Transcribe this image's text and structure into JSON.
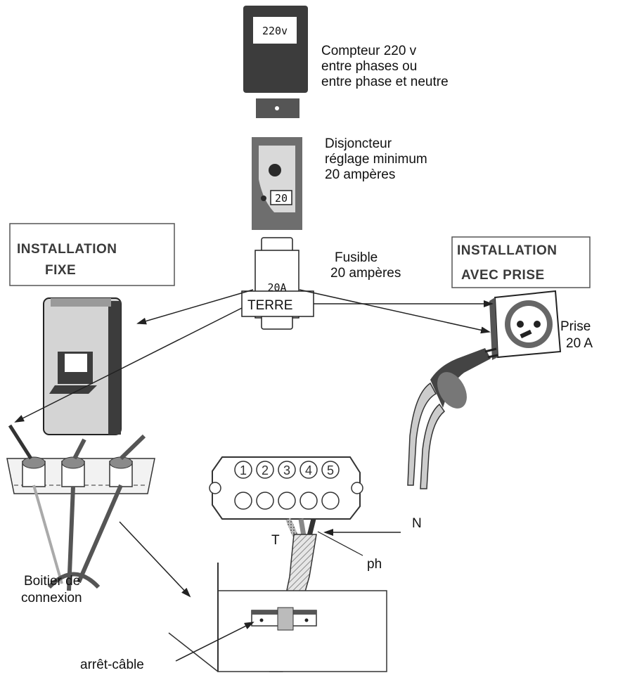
{
  "meter": {
    "display": "220v",
    "caption": [
      "Compteur 220 v",
      "entre  phases ou",
      "entre phase et neutre"
    ]
  },
  "breaker": {
    "setting": "20",
    "caption": [
      "Disjoncteur",
      "réglage minimum",
      "20 ampères"
    ]
  },
  "fuse": {
    "rating": "20A",
    "caption": [
      "Fusible",
      "20 ampères"
    ]
  },
  "fixed_installation": {
    "title": [
      "INSTALLATION",
      "FIXE"
    ]
  },
  "plug_installation": {
    "title": [
      "INSTALLATION",
      "AVEC PRISE"
    ]
  },
  "socket": {
    "caption": [
      "Prise",
      "20 A"
    ]
  },
  "earth_label": "TERRE",
  "junction_box": {
    "caption": [
      "Boitier de",
      "connexion"
    ]
  },
  "terminal_block": {
    "terminals": [
      "1",
      "2",
      "3",
      "4",
      "5"
    ],
    "wire_labels": {
      "earth": "T",
      "neutral": "N",
      "phase": "ph"
    }
  },
  "cable_clamp": {
    "caption": "arrêt-câble"
  },
  "colors": {
    "ink": "#1a1a1a",
    "dark_fill": "#3c3c3c",
    "mid_gray": "#7a7a7a",
    "light_gray": "#cfcfcf"
  }
}
